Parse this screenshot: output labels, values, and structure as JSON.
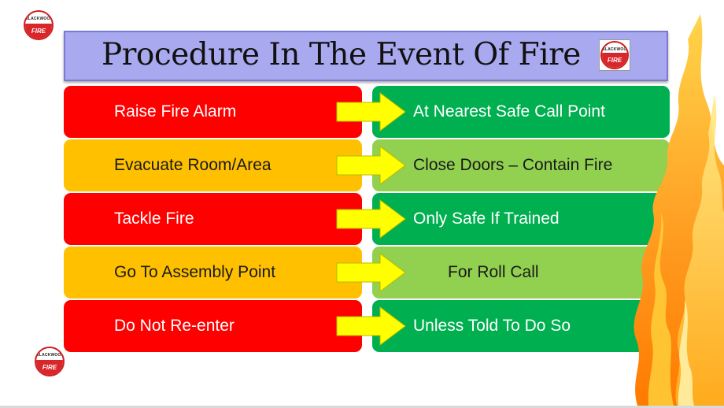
{
  "slide": {
    "title": "Procedure In The Event Of Fire",
    "logo": {
      "top_text": "BLACKWOOD",
      "bottom_text": "FIRE"
    }
  },
  "procedure": [
    {
      "action": "Raise Fire Alarm",
      "detail": "At Nearest Safe Call Point",
      "left_color": "#ff0000",
      "right_color": "#00b050",
      "left_text_color": "#ffffff",
      "right_text_color": "#ffffff"
    },
    {
      "action": "Evacuate Room/Area",
      "detail": "Close Doors – Contain Fire",
      "left_color": "#ffc000",
      "right_color": "#92d050",
      "left_text_color": "#1a1a1a",
      "right_text_color": "#1a1a1a"
    },
    {
      "action": "Tackle Fire",
      "detail": "Only Safe If Trained",
      "left_color": "#ff0000",
      "right_color": "#00b050",
      "left_text_color": "#ffffff",
      "right_text_color": "#ffffff"
    },
    {
      "action": "Go To Assembly Point",
      "detail": "For Roll Call",
      "left_color": "#ffc000",
      "right_color": "#92d050",
      "left_text_color": "#1a1a1a",
      "right_text_color": "#1a1a1a"
    },
    {
      "action": "Do Not Re-enter",
      "detail": "Unless Told To Do So",
      "left_color": "#ff0000",
      "right_color": "#00b050",
      "left_text_color": "#ffffff",
      "right_text_color": "#ffffff"
    }
  ],
  "colors": {
    "title_bar": "#a9a9f0",
    "arrow": "#ffff00",
    "logo_red": "#d9262b"
  },
  "icons": {
    "logo": "blackwood-fire-logo-icon",
    "arrow": "right-arrow-icon",
    "flames": "flames-icon"
  }
}
